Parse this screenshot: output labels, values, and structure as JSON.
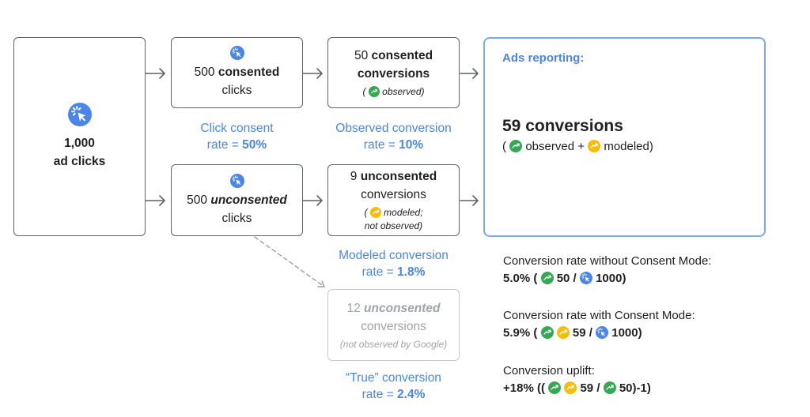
{
  "colors": {
    "accent": "#4a86e8",
    "observed": "#34a853",
    "modeled": "#fbbc05",
    "click_icon": "#4a86e8"
  },
  "icons": {
    "click": "cursor-click-icon",
    "observed": "observed-conversion-icon",
    "modeled": "modeled-conversion-icon"
  },
  "ad_clicks": {
    "count": "1,000",
    "label": "ad clicks"
  },
  "consented_clicks": {
    "count": "500",
    "label_bold": "consented",
    "label_end": "clicks"
  },
  "unconsented_clicks": {
    "count": "500",
    "label_bold": "unconsented",
    "label_end": "clicks"
  },
  "consented_conversions": {
    "count": "50",
    "label_bold": "consented",
    "label_end": "conversions",
    "note_open": "(",
    "note": "observed)"
  },
  "unconsented_conversions": {
    "count": "9",
    "label_bold": "unconsented",
    "label_end": "conversions",
    "note_open": "(",
    "note": "modeled;",
    "note_line2": "not observed)"
  },
  "true_conversions": {
    "count": "12",
    "label_bold": "unconsented",
    "label_end": "conversions",
    "note": "(not observed by Google)"
  },
  "captions": {
    "click_consent": {
      "line1": "Click consent",
      "line2_prefix": "rate = ",
      "line2_value": "50%"
    },
    "observed": {
      "line1": "Observed conversion",
      "line2_prefix": "rate = ",
      "line2_value": "10%"
    },
    "modeled": {
      "line1": "Modeled conversion",
      "line2_prefix": "rate = ",
      "line2_value": "1.8%"
    },
    "true": {
      "line1": "“True” conversion",
      "line2_prefix": "rate = ",
      "line2_value": "2.4%"
    }
  },
  "ads_reporting": {
    "title": "Ads reporting:",
    "total": "59 conversions",
    "open": "(",
    "observed": "observed +",
    "modeled": "modeled)"
  },
  "metrics": [
    {
      "label": "Conversion rate without Consent Mode:",
      "value": "5.0% (",
      "num": "50 /",
      "den": "1000)"
    },
    {
      "label": "Conversion rate with Consent Mode:",
      "value": "5.9% (",
      "num": "59 /",
      "den": "1000)"
    },
    {
      "label": "Conversion uplift:",
      "value": "+18% ((",
      "num": "59 /",
      "den": "50)-1)"
    }
  ]
}
